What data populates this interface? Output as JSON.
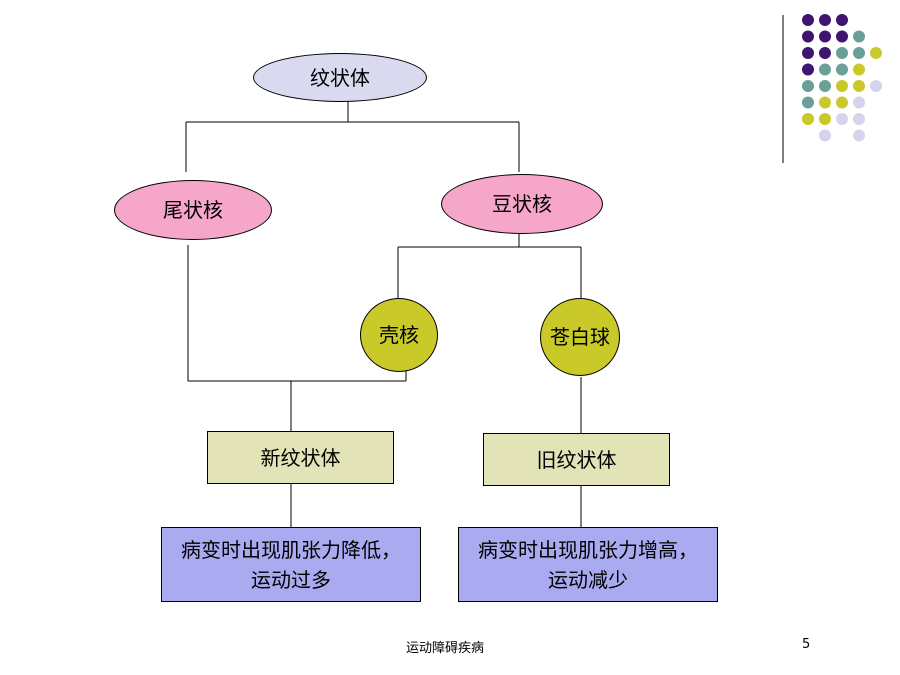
{
  "colors": {
    "ellipse_top": "#d9d9f0",
    "ellipse_pink": "#f6a6c9",
    "circle_olive": "#c9c92a",
    "rect_green": "#e3e3b8",
    "rect_purple": "#aaaaf0",
    "dot_purple": "#3d1670",
    "dot_teal": "#6a9f9a",
    "dot_yellow": "#c9c92a",
    "dot_lavender": "#d4d4ec",
    "line": "#000000"
  },
  "nodes": {
    "striatum": "纹状体",
    "caudate": "尾状核",
    "lentiform": "豆状核",
    "putamen": "壳核",
    "globus_pallidus": "苍白球",
    "neostriatum": "新纹状体",
    "paleostriatum": "旧纹状体",
    "neo_effect": "病变时出现肌张力降低，\n运动过多",
    "paleo_effect": "病变时出现肌张力增高，\n运动减少"
  },
  "footer": {
    "title": "运动障碍疾病",
    "page_number": "5"
  }
}
